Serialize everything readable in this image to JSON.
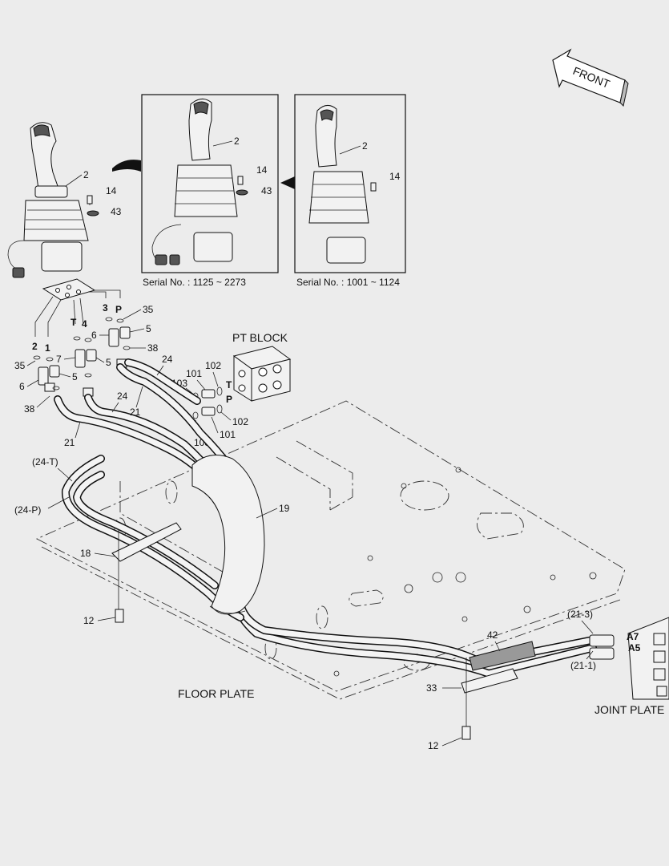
{
  "direction": {
    "label": "FRONT"
  },
  "insets": [
    {
      "serial": "Serial No. : 1125 ~ 2273",
      "labels": [
        "2",
        "14",
        "43"
      ]
    },
    {
      "serial": "Serial No. : 1001 ~ 1124",
      "labels": [
        "2",
        "14"
      ]
    }
  ],
  "blocks": {
    "pt_block": "PT BLOCK",
    "floor_plate": "FLOOR PLATE",
    "joint_plate": "JOINT PLATE"
  },
  "port_letters": {
    "t": "T",
    "p": "P",
    "n1": "1",
    "n2": "2",
    "n3": "3",
    "n4": "4",
    "a7": "A7",
    "a5": "A5"
  },
  "callouts": {
    "c2": "2",
    "c14": "14",
    "c43": "43",
    "c35": "35",
    "c5": "5",
    "c6": "6",
    "c7": "7",
    "c38": "38",
    "c24": "24",
    "c21": "21",
    "c101": "101",
    "c102": "102",
    "c103": "103",
    "c19": "19",
    "c18": "18",
    "c12": "12",
    "c33": "33",
    "c42": "42",
    "c24t": "(24-T)",
    "c24p": "(24-P)",
    "c213": "(21-3)",
    "c211": "(21-1)"
  },
  "colors": {
    "background": "#ececec",
    "ink": "#111111",
    "fill": "#f2f2f2",
    "dark_part": "#555555"
  }
}
